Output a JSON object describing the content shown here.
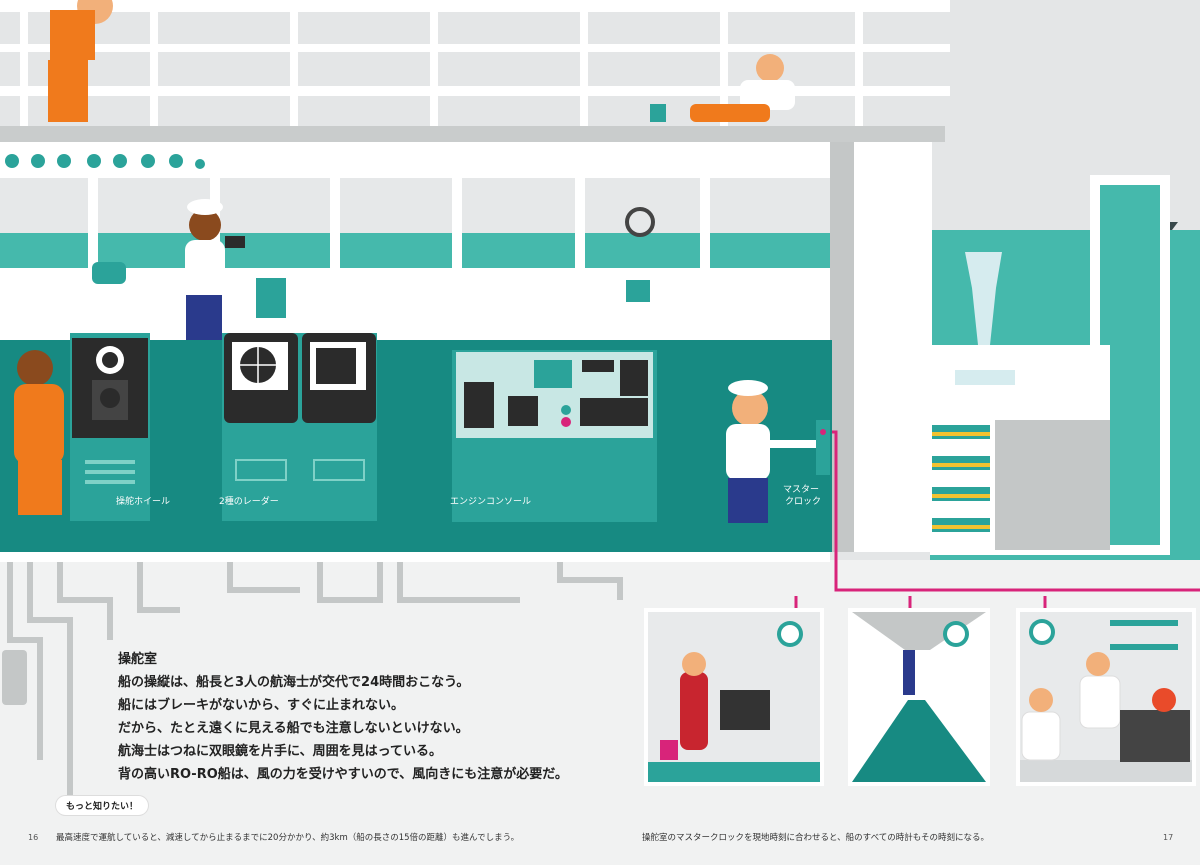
{
  "colors": {
    "teal": "#2ba39a",
    "teal_dark": "#178a82",
    "hull_white": "#ffffff",
    "sky": "#e5e7e8",
    "sea": "#45b9ac",
    "pink_wire": "#d8247a",
    "orange": "#f07a1c",
    "navy": "#2a3a8c"
  },
  "labels": {
    "wheel": "操舵ホイール",
    "radar": "2種のレーダー",
    "engine_console": "エンジンコンソール",
    "master_clock_line1": "マスター",
    "master_clock_line2": "クロック"
  },
  "text": {
    "section_title": "操舵室",
    "lines": [
      "船の操縦は、船長と3人の航海士が交代で24時間おこなう。",
      "船にはブレーキがないから、すぐに止まれない。",
      "だから、たとえ遠くに見える船でも注意しないといけない。",
      "航海士はつねに双眼鏡を片手に、周囲を見はっている。",
      "背の高いRO-RO船は、風の力を受けやすいので、風向きにも注意が必要だ。"
    ]
  },
  "more": {
    "badge": "もっと知りたい！",
    "left_note": "最高速度で運航していると、減速してから止まるまでに20分かかり、約3km（船の長さの15倍の距離）も進んでしまう。",
    "right_note": "操舵室のマスタークロックを現地時刻に合わせると、船のすべての時計もその時刻になる。"
  },
  "pages": {
    "left": "16",
    "right": "17"
  },
  "icons": [
    "clock-icon",
    "steering-wheel-icon",
    "radar-screen-icon",
    "binoculars-icon",
    "phone-icon",
    "bucket-icon"
  ]
}
